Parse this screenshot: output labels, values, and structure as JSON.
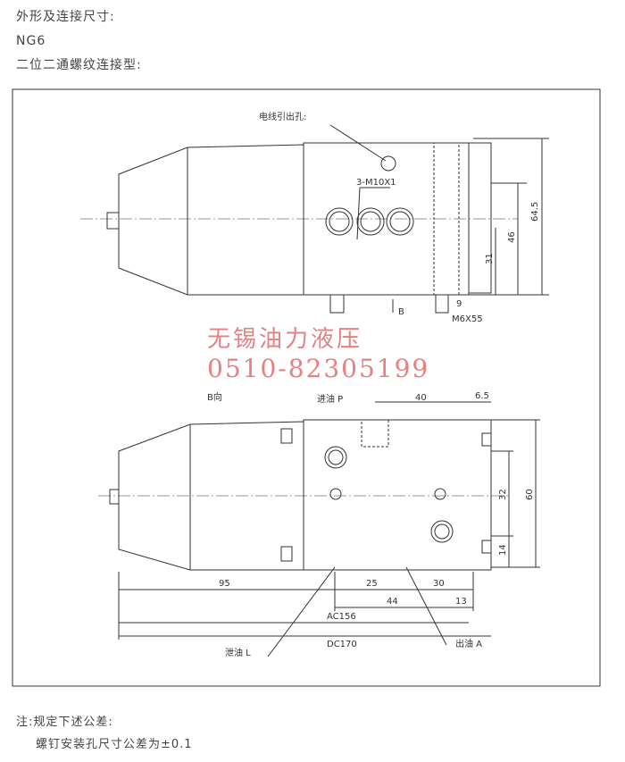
{
  "header": {
    "title": "外形及连接尺寸:",
    "size": "NG6",
    "type": "二位二通螺纹连接型:"
  },
  "top_view": {
    "cable_hole": "电线引出孔:",
    "thread": "3-M10X1",
    "dims": {
      "h645": "64.5",
      "h46": "46",
      "h31": "31",
      "w9": "9"
    },
    "screw": "M6X55",
    "view_arrow": "B"
  },
  "bottom_view": {
    "title": "B向",
    "inlet": "进油 P",
    "dims": {
      "d40": "40",
      "d65": "6.5",
      "d60": "60",
      "d32": "32",
      "d14": "14",
      "d95": "95",
      "d25": "25",
      "d30": "30",
      "d44": "44",
      "d13": "13",
      "ac": "AC156",
      "dc": "DC170"
    },
    "drain": "泄油 L",
    "outlet": "出油 A"
  },
  "watermark": {
    "company": "无锡油力液压",
    "phone": "0510-82305199"
  },
  "notes": {
    "title": "注:规定下述公差:",
    "line": "螺钉安装孔尺寸公差为±0.1"
  },
  "colors": {
    "line": "#333333",
    "watermark": "#e36b6b"
  }
}
